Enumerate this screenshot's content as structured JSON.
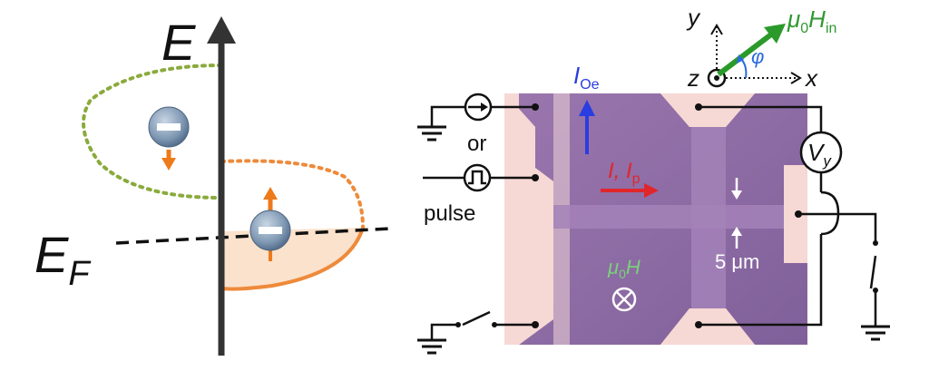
{
  "left_panel": {
    "energy_axis_label": "E",
    "fermi_label": "E",
    "fermi_subscript": "F"
  },
  "right_panel": {
    "label_or": "or",
    "label_pulse": "pulse",
    "label_ioe_main": "I",
    "label_ioe_sub": "Oe",
    "label_current_main": "I, I",
    "label_current_sub": "p",
    "label_mu0": "μ",
    "label_mu0_sub": "0",
    "label_mu0_H": "H",
    "label_scale": "5 μm",
    "label_vy_main": "V",
    "label_vy_sub": "y",
    "axis_x": "x",
    "axis_y": "y",
    "axis_z": "z",
    "angle_phi": "φ",
    "field_mu": "μ",
    "field_mu_sub": "0",
    "field_H": "H",
    "field_H_sub": "in"
  },
  "colors": {
    "axis": "#333333",
    "green_dotted": "#8aaa3c",
    "orange": "#ee8a3a",
    "orange_fill": "#fbe2cc",
    "electron": "#7f98b3",
    "device_purple": "#8e6aa3",
    "pad_pink": "#f6d8d4",
    "blue_arrow": "#2a3de0",
    "red_arrow": "#e0262a",
    "green_arrow": "#2a9a2a",
    "green_text": "#2e9a2e",
    "phi_blue": "#2a6ae0"
  },
  "icons": [
    "electron-spin-down-icon",
    "electron-spin-up-icon",
    "current-source-icon",
    "pulse-source-icon",
    "ground-icon",
    "switch-icon",
    "voltmeter-icon",
    "field-into-page-icon",
    "out-of-plane-z-icon"
  ]
}
